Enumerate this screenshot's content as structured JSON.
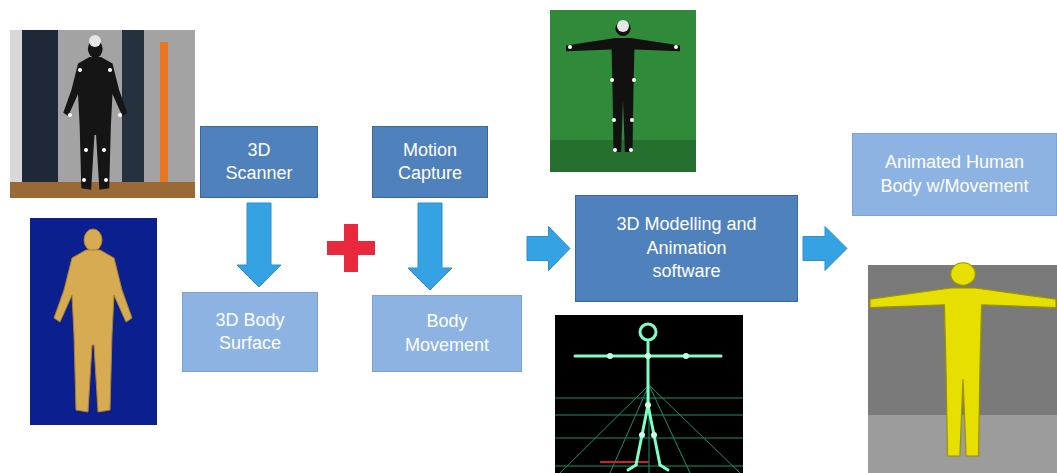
{
  "diagram": {
    "nodes": [
      {
        "text": [
          "3D Scanner"
        ]
      },
      {
        "text": [
          "Motion Capture"
        ]
      },
      {
        "text": [
          "3D Body Surface"
        ]
      },
      {
        "text": [
          "Body Movement"
        ]
      },
      {
        "text": [
          "3D Modelling and Animation software"
        ]
      },
      {
        "text": [
          "Animated Human Body w/Movement"
        ]
      }
    ],
    "edges": [
      {
        "from": 0,
        "to": 2,
        "arrow": "to"
      },
      {
        "from": 1,
        "to": 3,
        "arrow": "to"
      },
      {
        "from": 3,
        "to": 4,
        "arrow": "to"
      },
      {
        "from": 4,
        "to": 5,
        "arrow": "to"
      }
    ]
  }
}
